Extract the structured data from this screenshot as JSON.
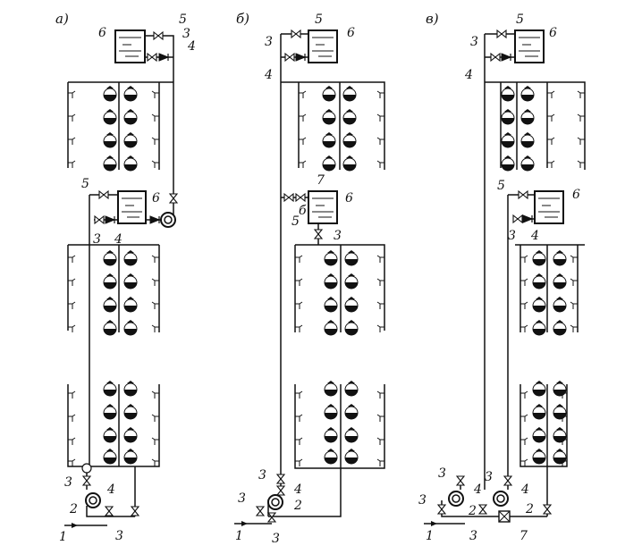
{
  "panels": [
    {
      "label": "а)"
    },
    {
      "label": "б)"
    },
    {
      "label": "в)"
    }
  ],
  "labels": {
    "n1": "1",
    "n2": "2",
    "n3": "3",
    "n4": "4",
    "n5": "5",
    "n6": "6",
    "n7": "7",
    "n6b": "б"
  }
}
